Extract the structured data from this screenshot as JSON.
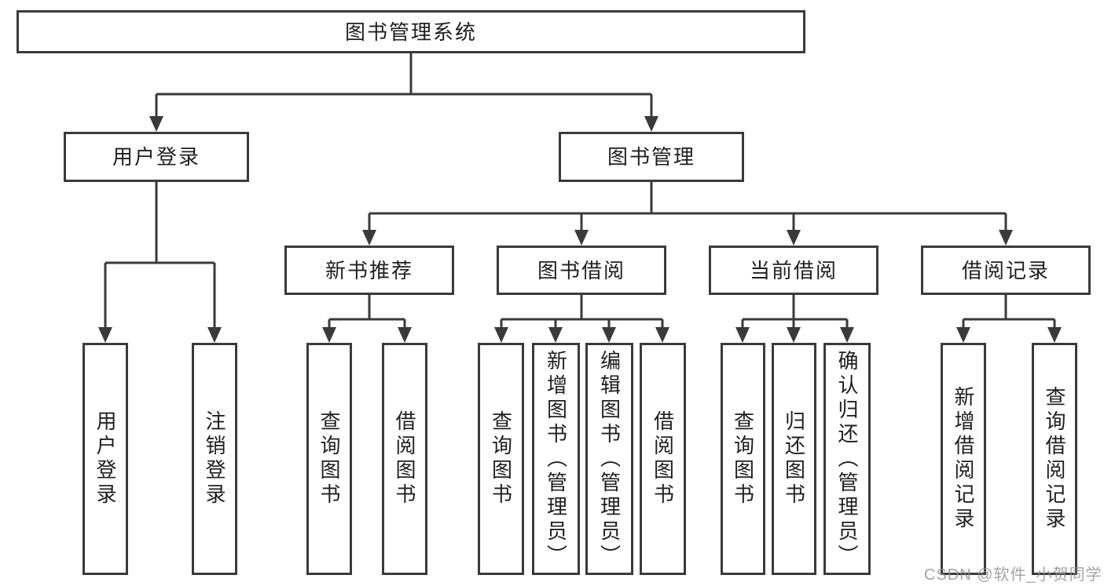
{
  "colors": {
    "line": "#3a3a3a",
    "box_border": "#3a3a3a",
    "box_background": "#ffffff",
    "text": "#1f1f1f",
    "watermark": "#8f8f8f"
  },
  "nodes": {
    "root": "图书管理系统",
    "user_login": "用户登录",
    "book_mgmt": "图书管理",
    "new_book_rec": "新书推荐",
    "book_borrow": "图书借阅",
    "current_borrow": "当前借阅",
    "borrow_record": "借阅记录",
    "leaf_user_login": "用户登录",
    "leaf_logout": "注销登录",
    "nb_query_book": "查询图书",
    "nb_borrow_book": "借阅图书",
    "bb_query_book": "查询图书",
    "bb_add_book": "新增图书（管理员）",
    "bb_edit_book": "编辑图书（管理员）",
    "bb_borrow_book": "借阅图书",
    "cb_query_book": "查询图书",
    "cb_return_book": "归还图书",
    "cb_confirm_return": "确认归还（管理员）",
    "br_add_record": "新增借阅记录",
    "br_query_record": "查询借阅记录"
  },
  "watermark": "CSDN @软件_小贺同学"
}
